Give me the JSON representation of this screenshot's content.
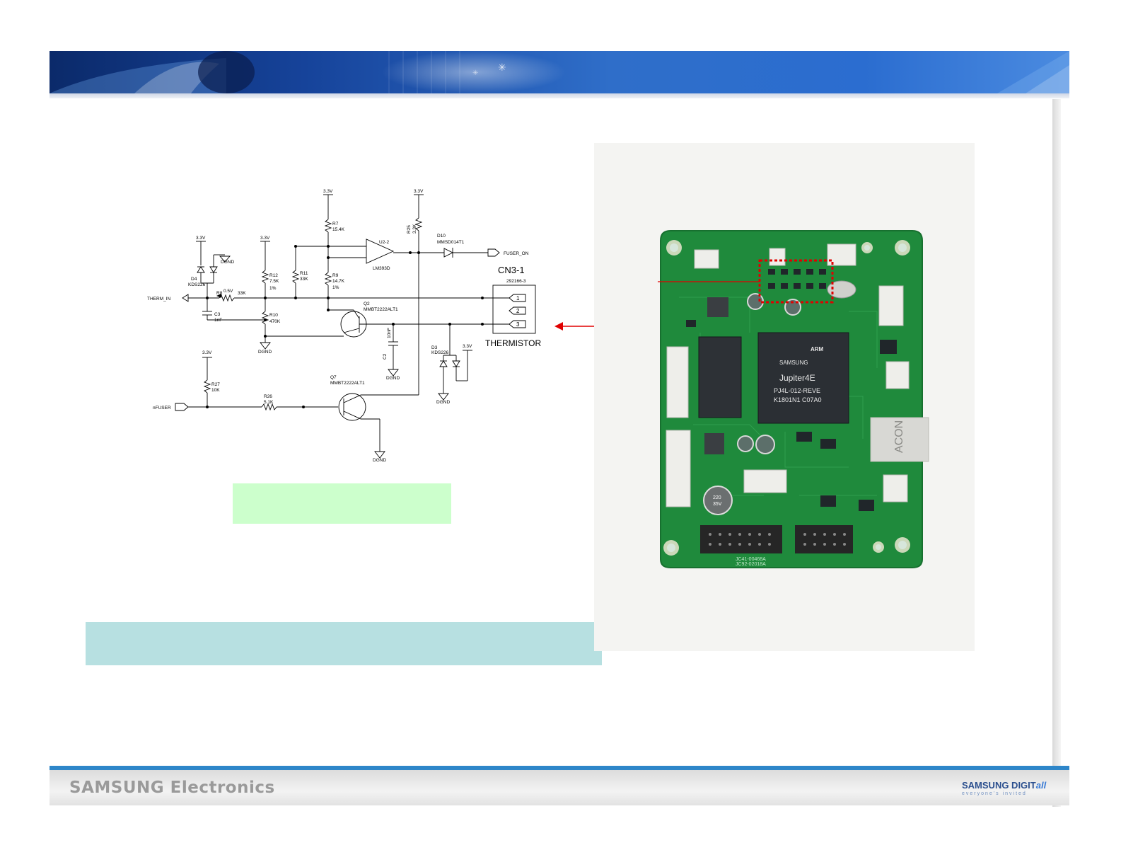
{
  "footer": {
    "brand": "SAMSUNG Electronics",
    "logo_main": "SAMSUNG DIGIT",
    "logo_accent": "all",
    "logo_tagline": "everyone's invited"
  },
  "colors": {
    "banner": "#1f55b0",
    "green_box": "#ccffcc",
    "blue_box": "#b7e0e1",
    "pcb": "#1f8a3c",
    "highlight": "#e00000"
  },
  "schematic": {
    "connector_name": "CN3-1",
    "connector_part": "292166-3",
    "connector_label": "THERMISTOR",
    "pins": [
      "1",
      "2",
      "3"
    ],
    "nets": {
      "therm_in": "THERM_IN",
      "fuser_on": "FUSER_ON",
      "nfuser": "nFUSER"
    },
    "supply": "3.3V",
    "ground": "DGND",
    "vref": "0.5V",
    "parts": {
      "r7": "R7",
      "r7_val": "15.4K",
      "r25": "R25",
      "r25_val": "3.3K",
      "d10": "D10",
      "d10_val": "MMSD014T1",
      "u2": "U2-2",
      "u2_val": "LM393D",
      "r12": "R12",
      "r12_val": "7.5K",
      "r12_tol": "1%",
      "r11": "R11",
      "r11_val": "33K",
      "r9": "R9",
      "r9_val": "14.7K",
      "r9_tol": "1%",
      "d4": "D4",
      "d4_val": "KDS226",
      "r8": "R8",
      "r8_val": "33K",
      "c3": "C3",
      "c3_val": "1nF",
      "r10": "R10",
      "r10_val": "470K",
      "q2": "Q2",
      "q2_val": "MMBT2222ALT1",
      "c2": "C2",
      "c2_val": "10nF",
      "d3": "D3",
      "d3_val": "KDS226",
      "r27": "R27",
      "r27_val": "10K",
      "r26": "R26",
      "r26_val": "5.1K",
      "q7": "Q7",
      "q7_val": "MMBT2222ALT1"
    }
  },
  "board": {
    "cpu_brand": "SAMSUNG",
    "cpu_arch": "ARM",
    "cpu_name": "Jupiter4E",
    "cpu_code1": "PJ4L-012-REVE",
    "cpu_code2": "K1801N1 C07A0",
    "module_label": "ACON",
    "cap_label": "220",
    "cap_label2": "35V",
    "pcb_code1": "JC41-00468A",
    "pcb_code2": "JC92-02018A"
  }
}
